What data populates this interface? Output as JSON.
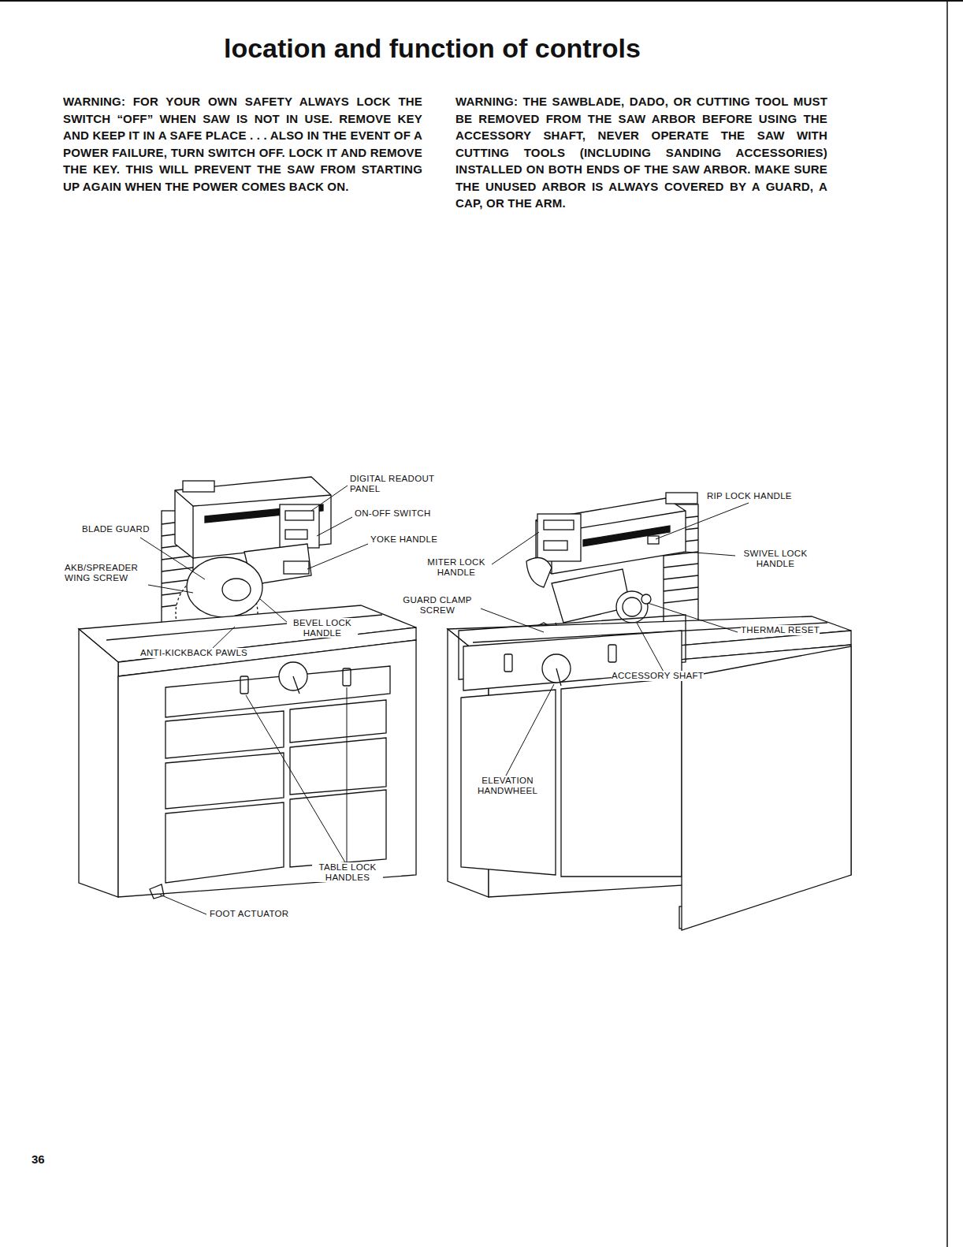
{
  "diagram": {
    "title": "location and function of controls",
    "labels": [
      "WARNING: FOR YOUR OWN SAFETY ALWAYS LOCK THE SWITCH “OFF” WHEN SAW IS NOT IN USE. REMOVE KEY AND KEEP IT IN A SAFE PLACE . . . ALSO IN THE EVENT OF A POWER FAILURE, TURN SWITCH OFF. LOCK IT AND REMOVE THE KEY. THIS WILL PREVENT THE SAW FROM STARTING UP AGAIN WHEN THE POWER COMES BACK ON.",
      "WARNING: THE SAWBLADE, DADO, OR CUTTING TOOL MUST BE REMOVED FROM THE SAW ARBOR BEFORE USING THE ACCESSORY SHAFT, NEVER OPERATE THE SAW WITH CUTTING TOOLS (INCLUDING SANDING ACCESSORIES) INSTALLED ON BOTH ENDS OF THE SAW ARBOR. MAKE SURE THE UNUSED ARBOR IS ALWAYS COVERED BY A GUARD, A CAP, OR THE ARM.",
      "DIGITAL READOUT PANEL",
      "ON-OFF SWITCH",
      "YOKE HANDLE",
      "BLADE GUARD",
      "AKB/SPREADER WING SCREW",
      "BEVEL LOCK HANDLE",
      "ANTI-KICKBACK PAWLS",
      "TABLE LOCK HANDLES",
      "FOOT ACTUATOR",
      "RIP LOCK HANDLE",
      "MITER LOCK HANDLE",
      "SWIVEL LOCK HANDLE",
      "GUARD CLAMP SCREW",
      "THERMAL RESET",
      "ACCESSORY SHAFT",
      "ELEVATION HANDWHEEL",
      "36"
    ]
  }
}
